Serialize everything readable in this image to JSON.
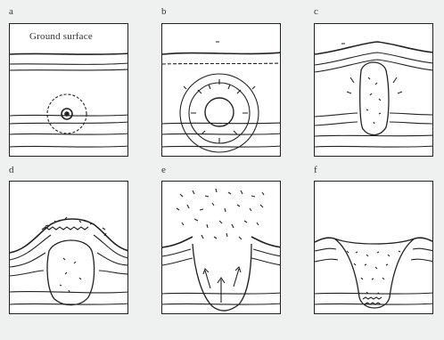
{
  "panels": [
    {
      "label": "a",
      "annotation": "Ground surface"
    },
    {
      "label": "b"
    },
    {
      "label": "c"
    },
    {
      "label": "d"
    },
    {
      "label": "e"
    },
    {
      "label": "f"
    }
  ],
  "colors": {
    "background": "#eef1ef",
    "stroke": "#222222",
    "panel": "#ffffff"
  }
}
